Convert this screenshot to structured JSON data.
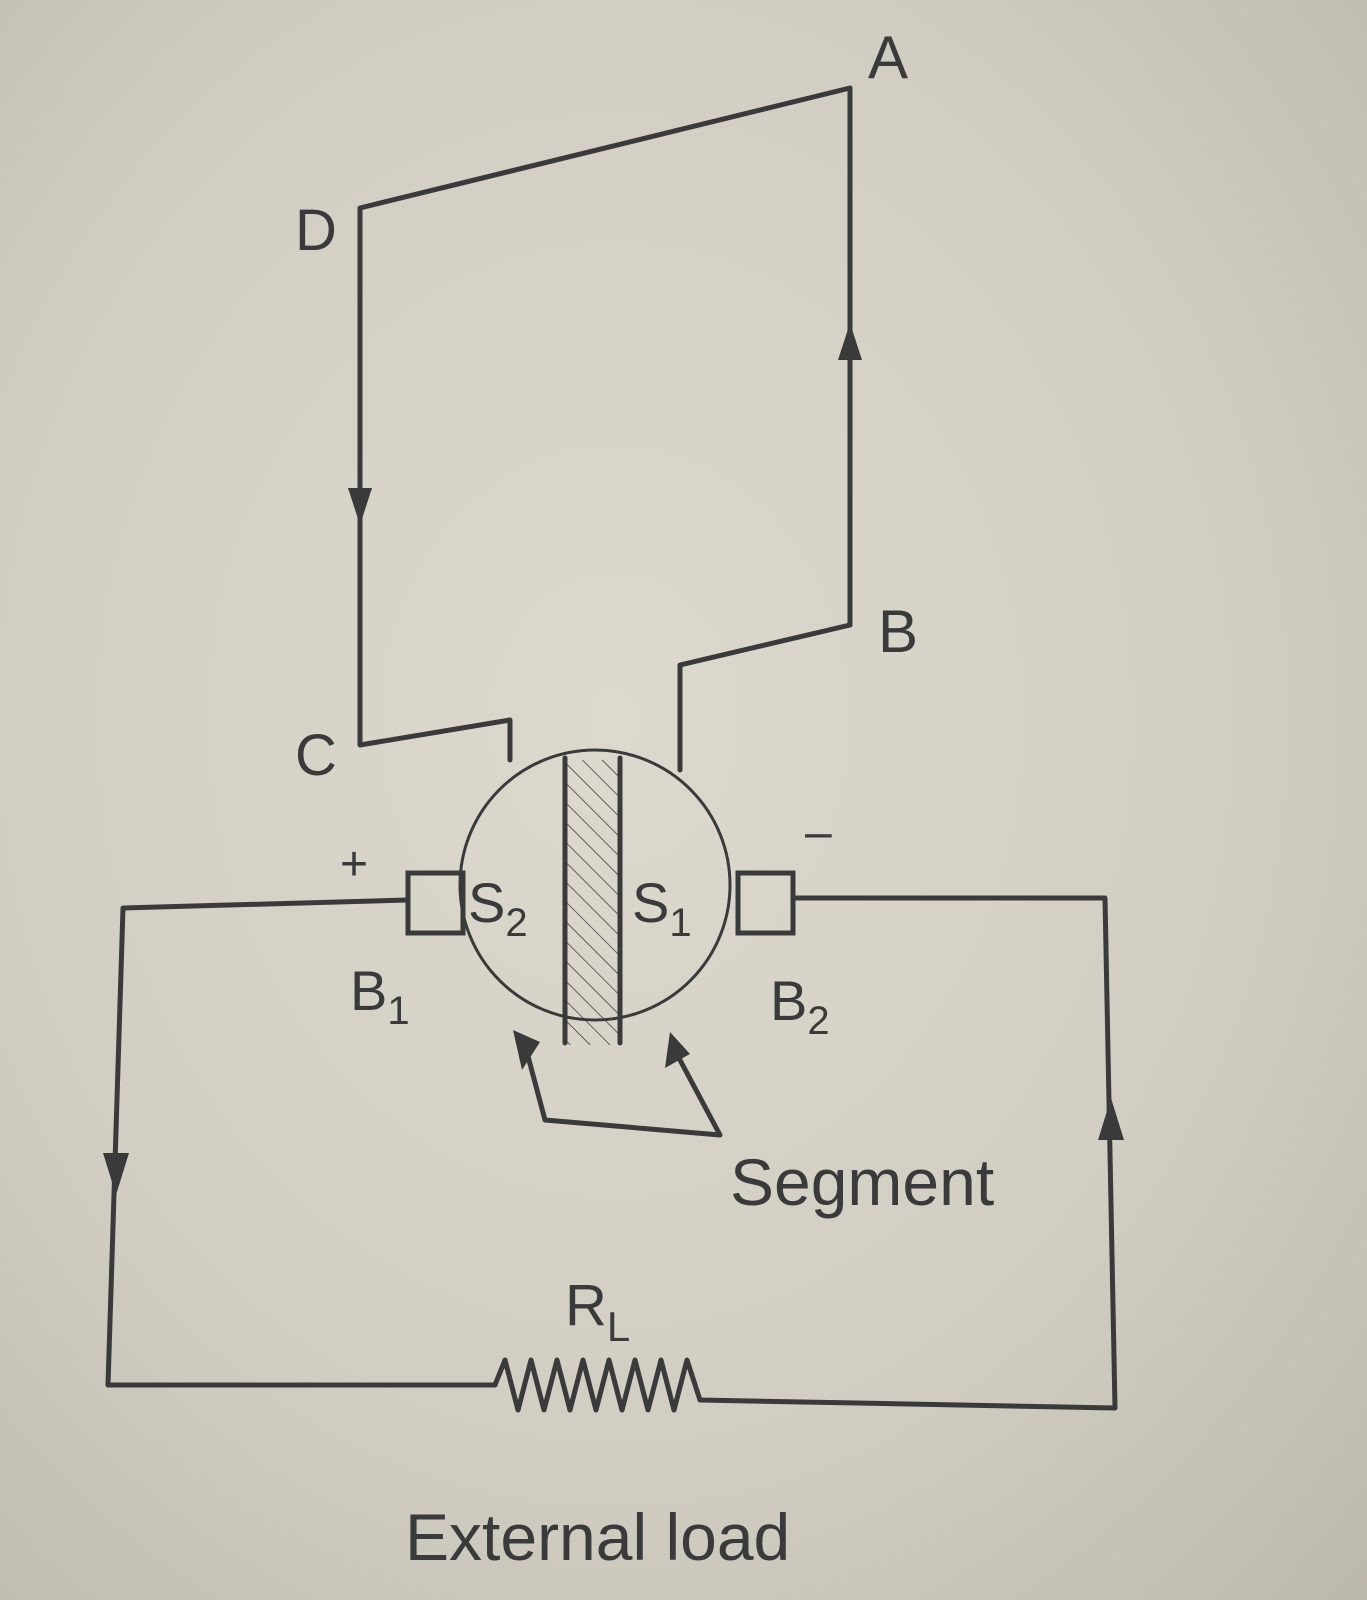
{
  "diagram": {
    "corner_labels": {
      "a": "A",
      "b": "B",
      "c": "C",
      "d": "D"
    },
    "segments": {
      "s2": {
        "main": "S",
        "sub": "2"
      },
      "s1": {
        "main": "S",
        "sub": "1"
      }
    },
    "brushes": {
      "b1": {
        "main": "B",
        "sub": "1",
        "polarity": "+"
      },
      "b2": {
        "main": "B",
        "sub": "2",
        "polarity": "–"
      }
    },
    "segment_label": "Segment",
    "load": {
      "main": "R",
      "sub": "L"
    },
    "load_caption": "External load",
    "colors": {
      "ink": "#3a3a3a",
      "paper": "#d4d0c6"
    }
  }
}
